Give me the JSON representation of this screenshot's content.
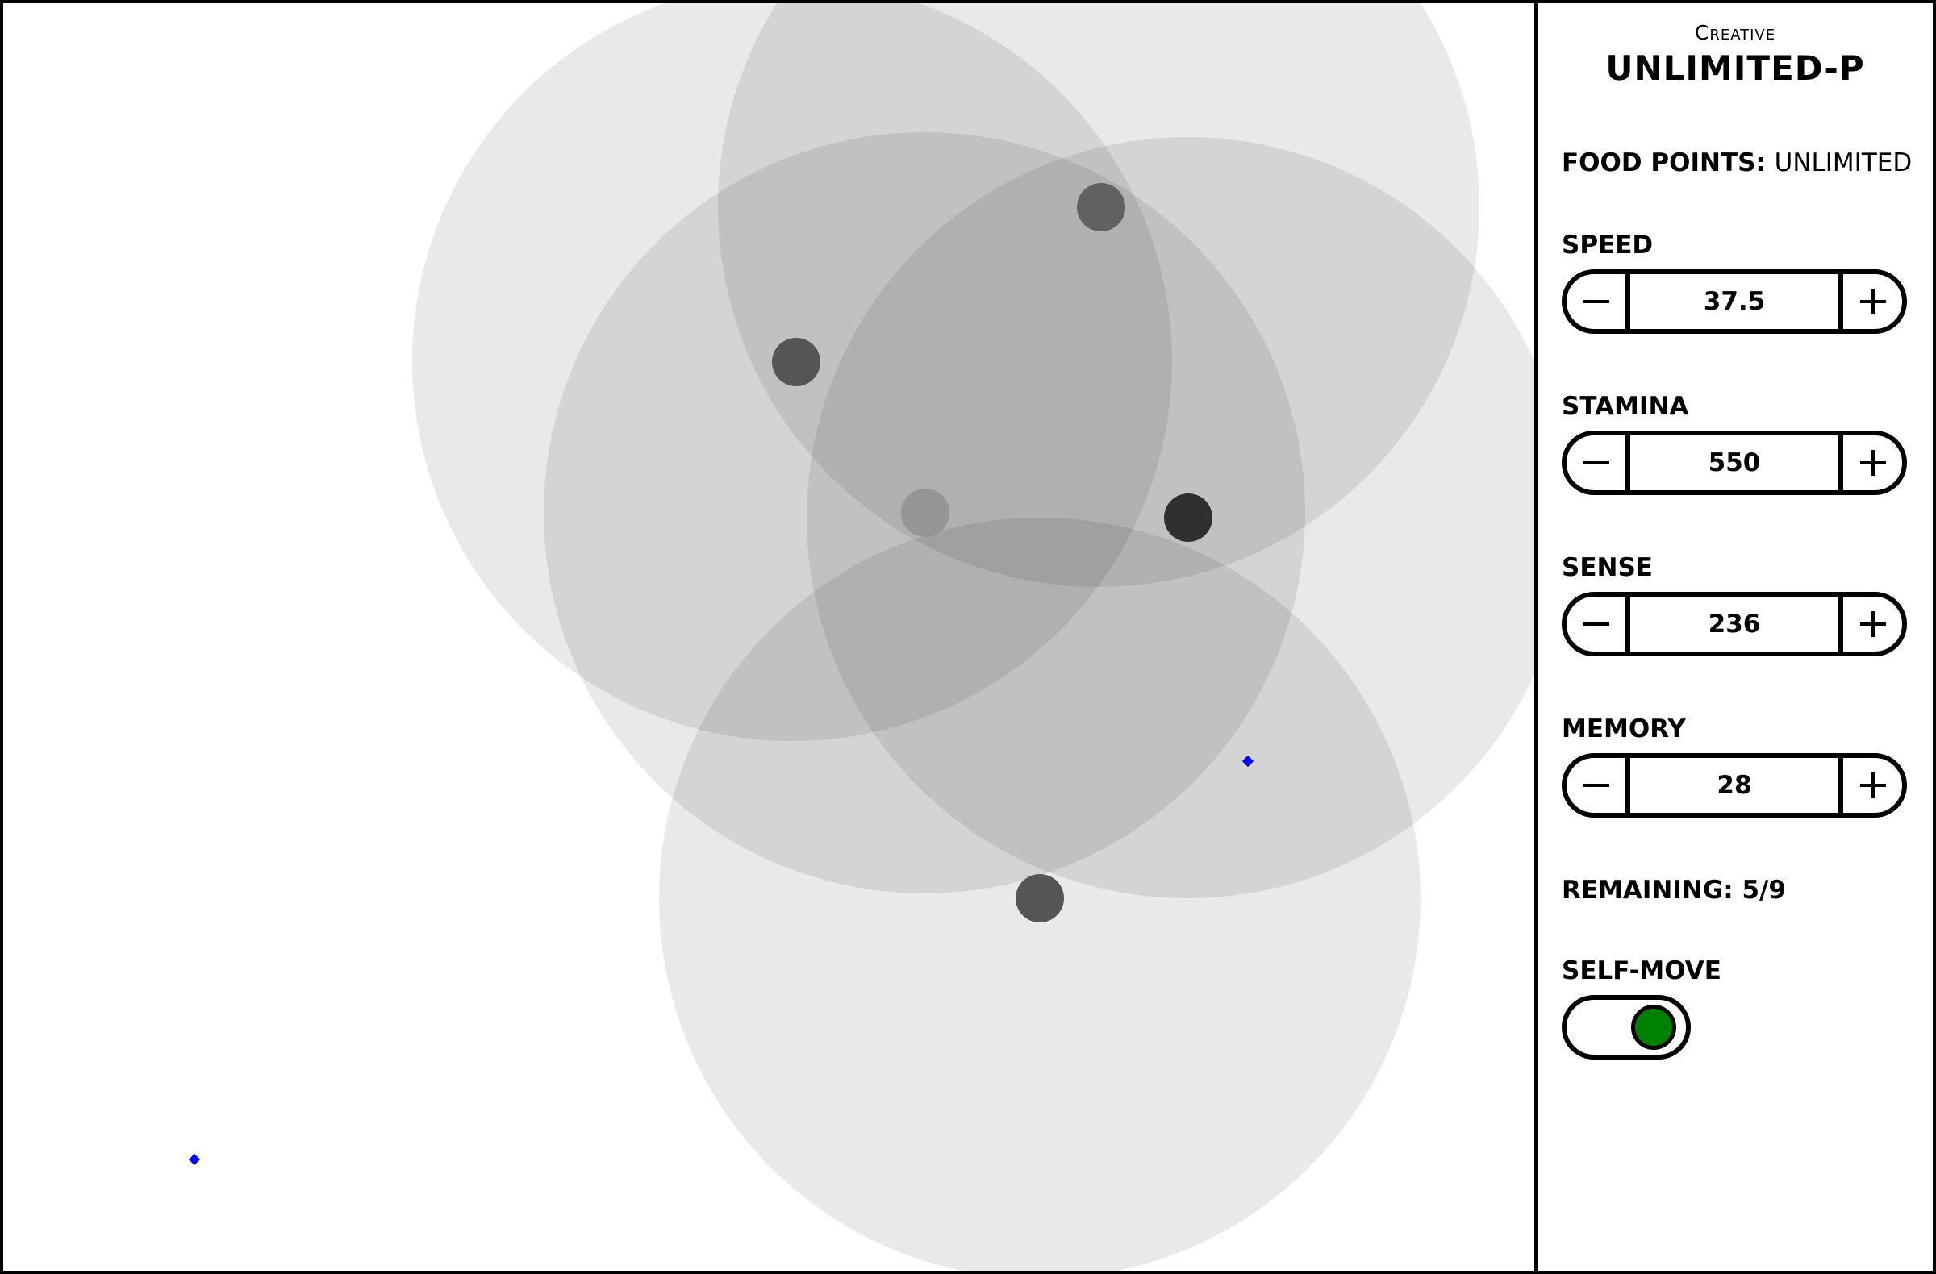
{
  "panel": {
    "mode_label": "Creative",
    "title": "UNLIMITED-P",
    "food_points_label": "FOOD POINTS:",
    "food_points_value": "UNLIMITED",
    "stats": [
      {
        "label": "SPEED",
        "value": "37.5"
      },
      {
        "label": "STAMINA",
        "value": "550"
      },
      {
        "label": "SENSE",
        "value": "236"
      },
      {
        "label": "MEMORY",
        "value": "28"
      }
    ],
    "remaining_label": "REMAINING: 5/9",
    "self_move_label": "SELF-MOVE",
    "self_move_on": true,
    "self_move_color": "#008000"
  },
  "icons": {
    "decrement": "minus-icon",
    "increment": "plus-icon"
  },
  "arena": {
    "creature_colors": [
      "#555555",
      "#616161",
      "#959595",
      "#2f2f2f",
      "#555555"
    ],
    "sense_radius_color": "#000000",
    "food_color": "#0000ff"
  }
}
